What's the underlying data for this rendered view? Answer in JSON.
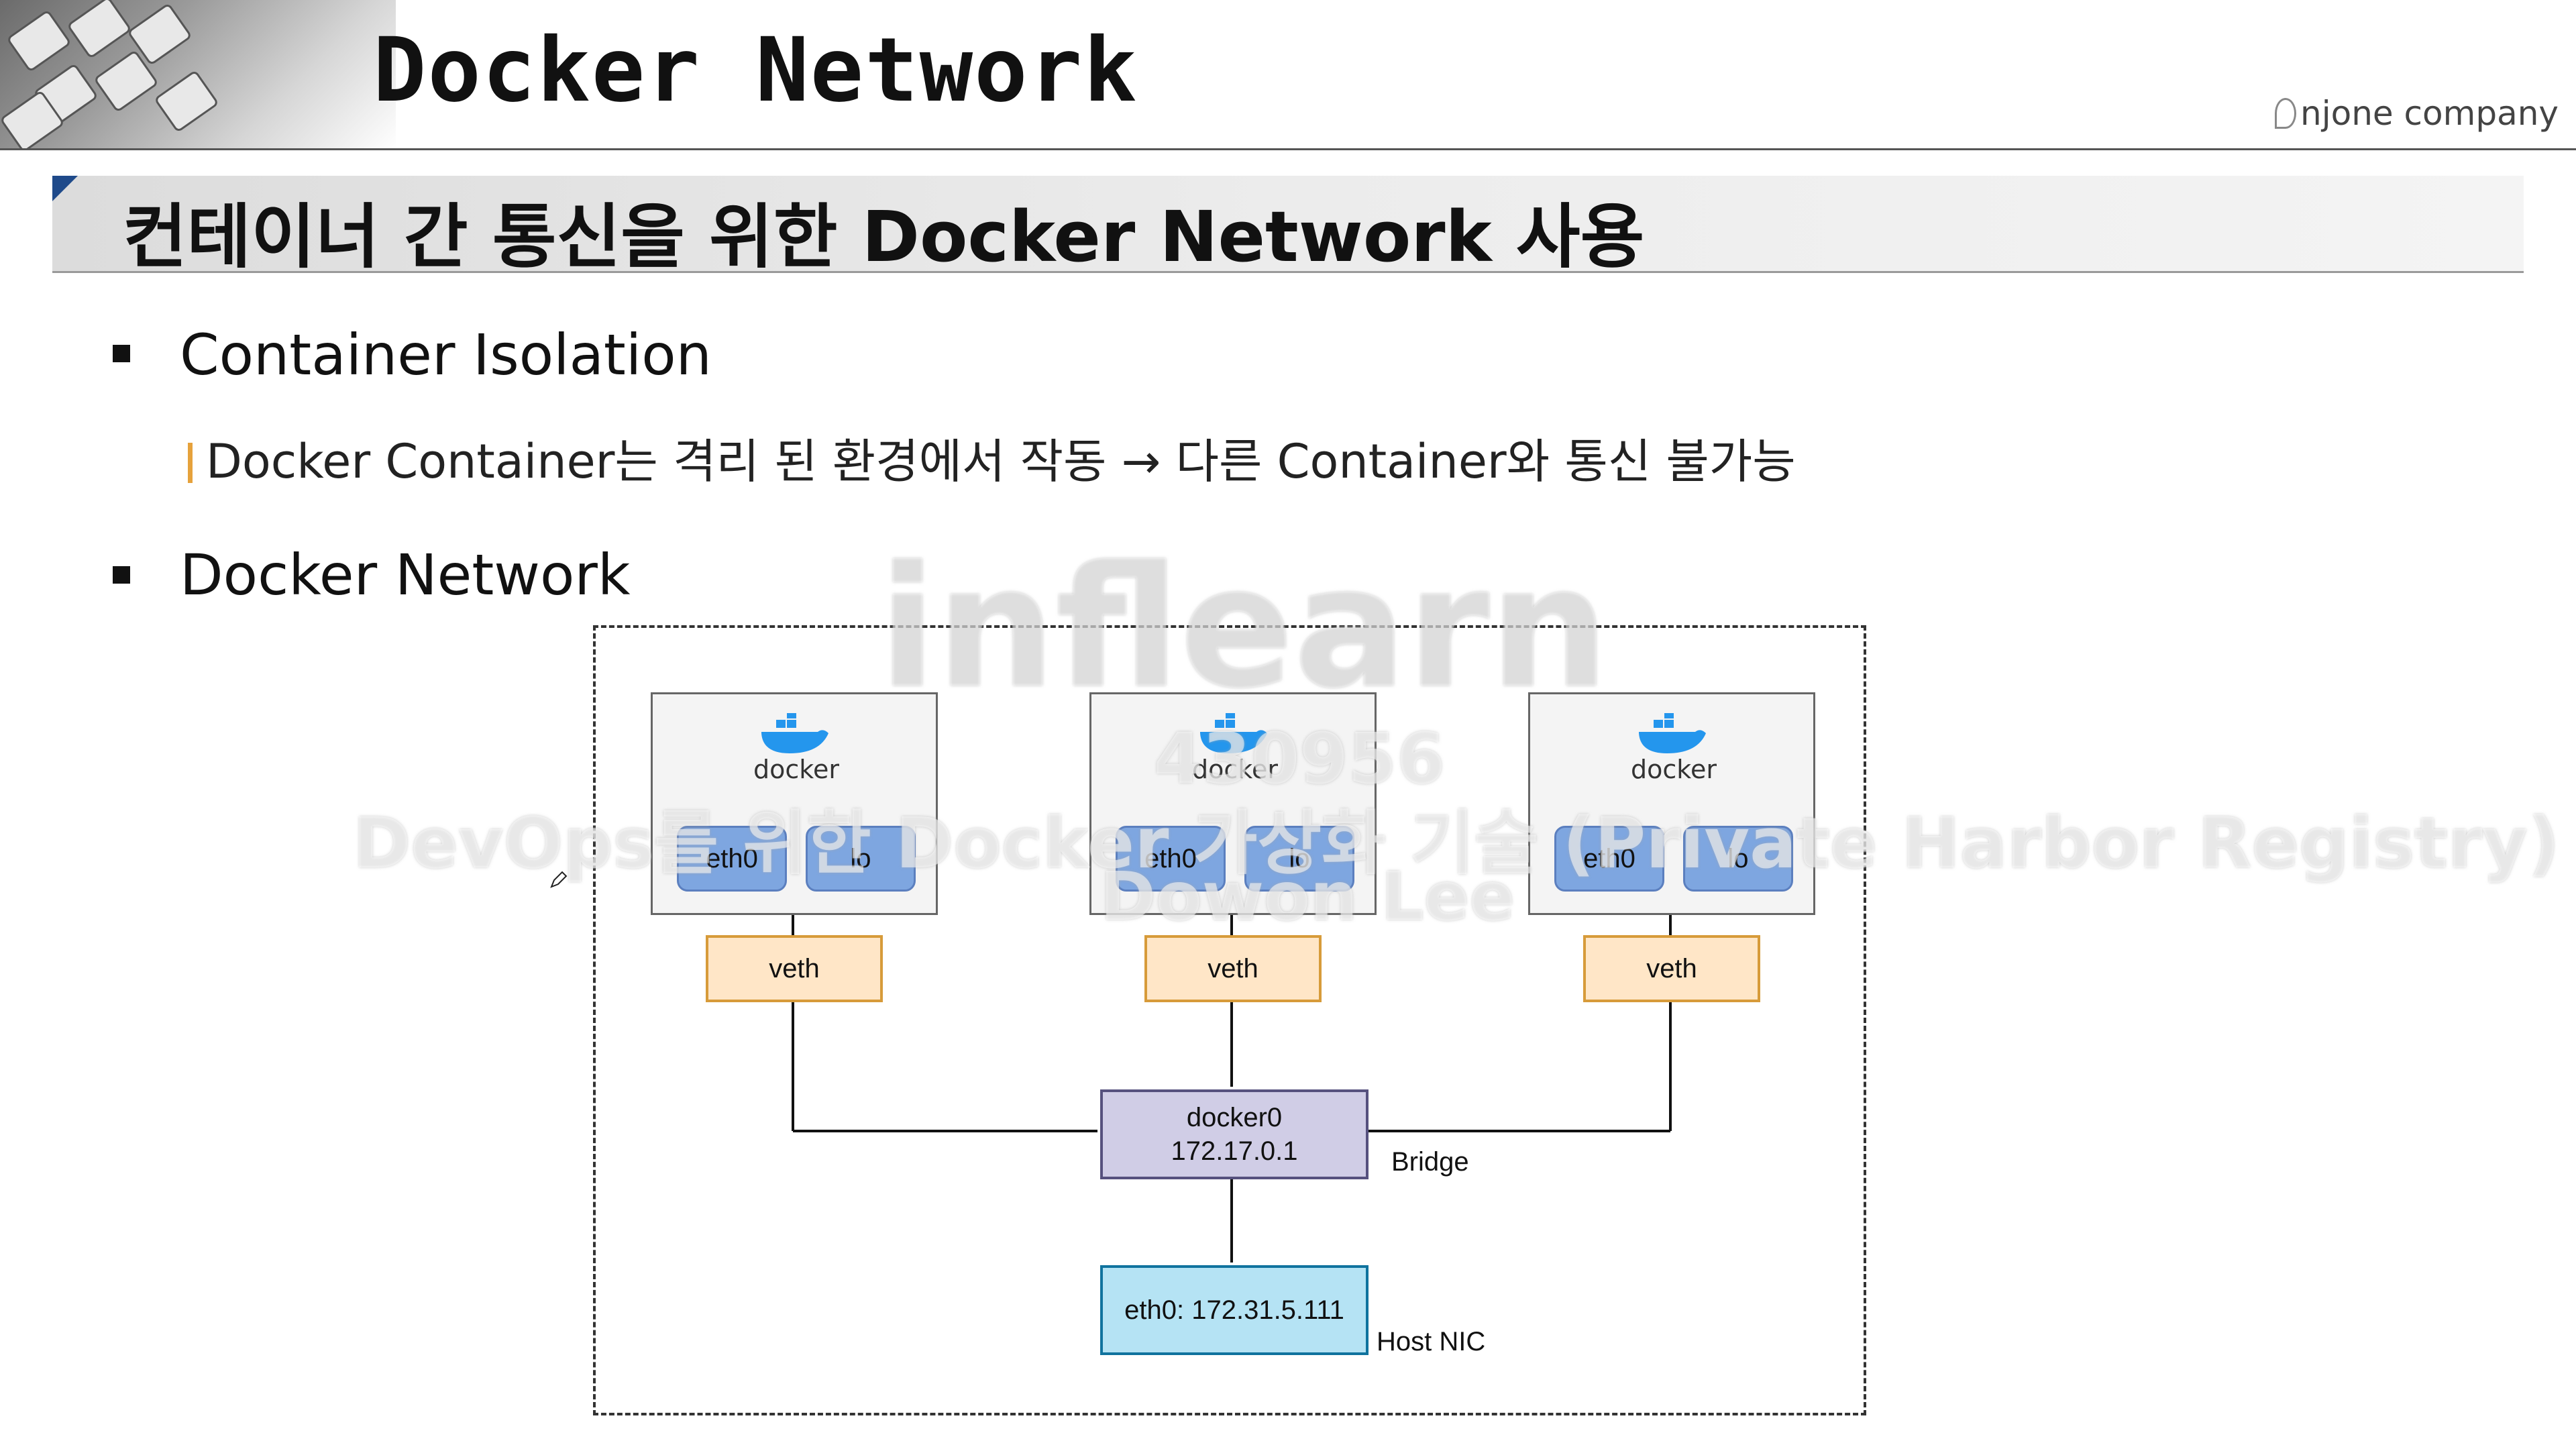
{
  "header": {
    "title": "Docker Network",
    "brand": "njone company"
  },
  "section": {
    "title": "컨테이너 간 통신을 위한 Docker Network 사용"
  },
  "bullets": [
    {
      "text": "Container Isolation",
      "sub": "Docker Container는 격리 된 환경에서 작동 → 다른 Container와 통신 불가능"
    },
    {
      "text": "Docker Network"
    }
  ],
  "diagram": {
    "containers": [
      {
        "logo": "docker",
        "if1": "eth0",
        "if2": "lo",
        "veth": "veth"
      },
      {
        "logo": "docker",
        "if1": "eth0",
        "if2": "lo",
        "veth": "veth"
      },
      {
        "logo": "docker",
        "if1": "eth0",
        "if2": "lo",
        "veth": "veth"
      }
    ],
    "bridge": {
      "name": "docker0",
      "ip": "172.17.0.1",
      "label": "Bridge"
    },
    "host_nic": {
      "text": "eth0: 172.31.5.111",
      "label": "Host NIC"
    }
  },
  "watermark": {
    "logo": "inflearn",
    "id": "430956",
    "course": "DevOps를 위한 Docker 가상화 기술 (Private Harbor Registry)",
    "author": "Dowon Lee"
  },
  "colors": {
    "accent": "#1f4a8a",
    "veth_fill": "#ffe6c7",
    "iface_fill": "#7ea6e0",
    "bridge_fill": "#d0cde6",
    "nic_fill": "#b5e3f4"
  }
}
